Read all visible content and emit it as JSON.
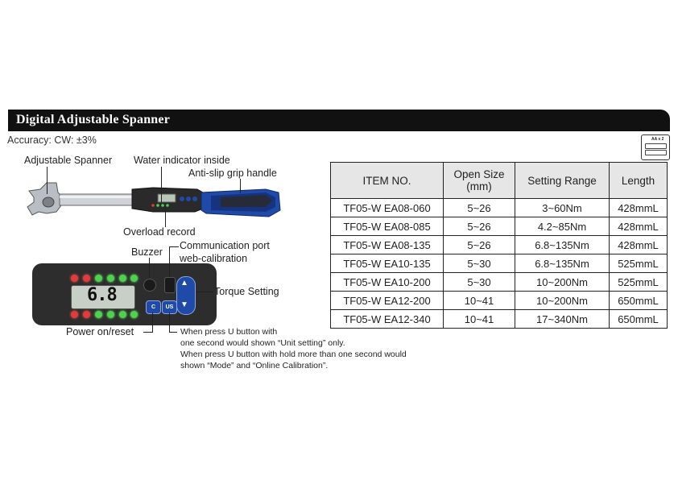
{
  "header": {
    "title": "Digital Adjustable Spanner",
    "accuracy": "Accuracy: CW: ±3%"
  },
  "battery_icon": {
    "label": "AA x 2"
  },
  "callouts": {
    "adjustable_spanner": "Adjustable Spanner",
    "water_indicator": "Water indicator inside",
    "anti_slip": "Anti-slip grip handle",
    "overload_record": "Overload record",
    "buzzer": "Buzzer",
    "comm_port_1": "Communication port",
    "comm_port_2": "web-calibration",
    "torque_setting": "Torque Setting",
    "power_on": "Power on/reset"
  },
  "panel": {
    "display_value": "6.8",
    "button_c": "C",
    "button_u": "US"
  },
  "notes": [
    "When press U button with",
    "one second would shown “Unit setting” only.",
    "When press U button with hold more than one second would",
    "shown “Mode” and “Online Calibration”."
  ],
  "table": {
    "headers": [
      "ITEM NO.",
      "Open Size",
      "(mm)",
      "Setting Range",
      "Length"
    ],
    "rows": [
      [
        "TF05-W EA08-060",
        "5~26",
        "3~60Nm",
        "428mmL"
      ],
      [
        "TF05-W EA08-085",
        "5~26",
        "4.2~85Nm",
        "428mmL"
      ],
      [
        "TF05-W EA08-135",
        "5~26",
        "6.8~135Nm",
        "428mmL"
      ],
      [
        "TF05-W EA10-135",
        "5~30",
        "6.8~135Nm",
        "525mmL"
      ],
      [
        "TF05-W EA10-200",
        "5~30",
        "10~200Nm",
        "525mmL"
      ],
      [
        "TF05-W EA12-200",
        "10~41",
        "10~200Nm",
        "650mmL"
      ],
      [
        "TF05-W EA12-340",
        "10~41",
        "17~340Nm",
        "650mmL"
      ]
    ]
  },
  "colors": {
    "title_bar": "#111111",
    "handle_blue": "#1f4aa8",
    "led_red": "#e43a3a",
    "led_green": "#4cd24c"
  }
}
